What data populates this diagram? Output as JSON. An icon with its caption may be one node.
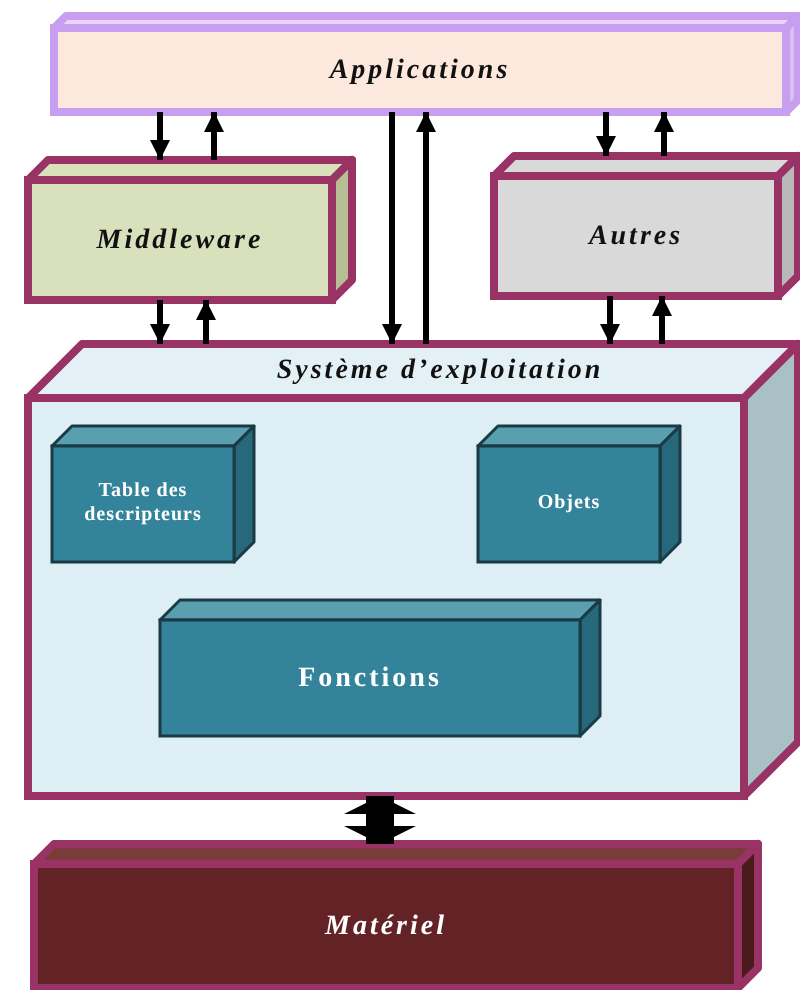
{
  "diagram": {
    "nodes": [
      {
        "text": [
          "Applications"
        ]
      },
      {
        "text": [
          "Middleware"
        ]
      },
      {
        "text": [
          "Autres"
        ]
      },
      {
        "text": [
          "Système d’exploitation"
        ]
      },
      {
        "text": [
          "Table des descripteurs"
        ],
        "in": 3
      },
      {
        "text": [
          "Objets"
        ],
        "in": 3
      },
      {
        "text": [
          "Fonctions"
        ],
        "in": 3
      },
      {
        "text": [
          "Matériel"
        ]
      }
    ],
    "edges": [
      {
        "from": 0,
        "to": 1,
        "arrow": "to"
      },
      {
        "from": 1,
        "to": 0,
        "arrow": "to"
      },
      {
        "from": 1,
        "to": 3,
        "arrow": "to"
      },
      {
        "from": 3,
        "to": 1,
        "arrow": "to"
      },
      {
        "from": 0,
        "to": 3,
        "arrow": "to"
      },
      {
        "from": 3,
        "to": 0,
        "arrow": "to"
      },
      {
        "from": 0,
        "to": 2,
        "arrow": "to"
      },
      {
        "from": 2,
        "to": 0,
        "arrow": "to"
      },
      {
        "from": 2,
        "to": 3,
        "arrow": "to"
      },
      {
        "from": 3,
        "to": 2,
        "arrow": "to"
      },
      {
        "from": 3,
        "to": 7,
        "arrow": "both",
        "style": "thick"
      }
    ]
  }
}
